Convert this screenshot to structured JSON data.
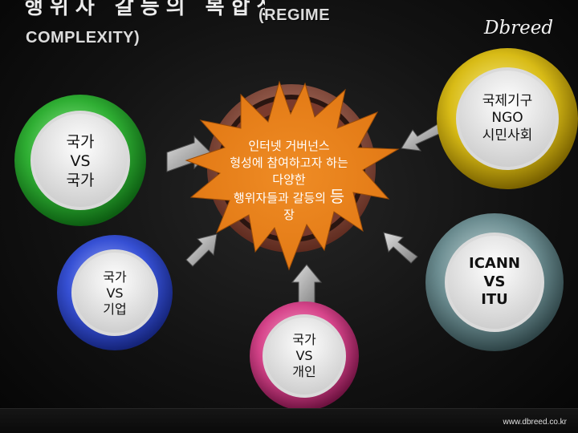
{
  "slide": {
    "title_line1_ko": "행위자 갈등의 복합성",
    "title_line1_en": "(REGIME",
    "title_line2": "COMPLEXITY)",
    "brand": "Dbreed",
    "footer_url": "www.dbreed.co.kr"
  },
  "center": {
    "lines": [
      "인터넷 거버넌스",
      "형성에 참여하고자 하는",
      "다양한",
      "행위자들과 갈등의"
    ],
    "trail_big": "등",
    "last": "장"
  },
  "nodes": {
    "state_vs_state": {
      "lines": [
        "국가",
        "VS",
        "국가"
      ],
      "color": "#27a52c"
    },
    "intl_org": {
      "lines": [
        "국제기구",
        "NGO",
        "시민사회"
      ],
      "color": "#d7b812"
    },
    "state_vs_company": {
      "lines": [
        "국가",
        "VS",
        "기업"
      ],
      "color": "#3a55d6"
    },
    "icann_vs_itu": {
      "lines": [
        "ICANN",
        "VS",
        "ITU"
      ],
      "color": "#6b8c90"
    },
    "state_vs_individual": {
      "lines": [
        "국가",
        "VS",
        "개인"
      ],
      "color": "#d8448a"
    }
  },
  "colors": {
    "star": "#e8801e",
    "hub_ring": "#9a5a48"
  }
}
